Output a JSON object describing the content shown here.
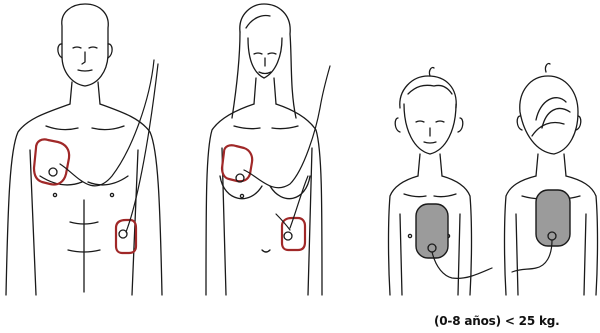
{
  "caption": "(0-8 años) < 25 kg.",
  "colors": {
    "line": "#1a1a1a",
    "adult_pad": "#a02828",
    "child_pad_fill": "#9b9b9b",
    "background": "#ffffff"
  },
  "figures": [
    {
      "id": "adult-male-front",
      "pads": 2
    },
    {
      "id": "adult-female-front",
      "pads": 2
    },
    {
      "id": "child-front",
      "pads": 1
    },
    {
      "id": "child-back",
      "pads": 1
    }
  ]
}
